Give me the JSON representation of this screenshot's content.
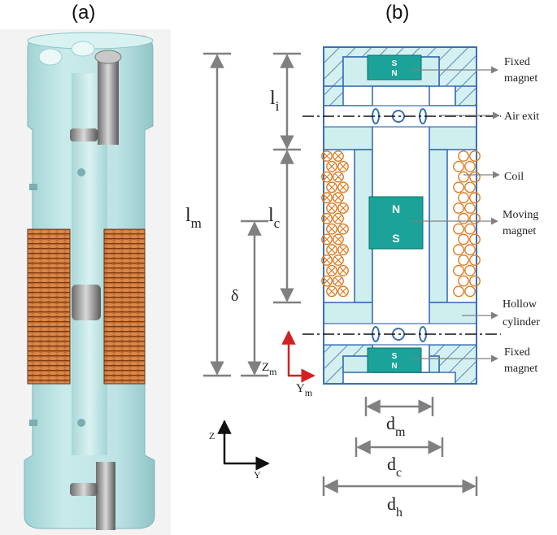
{
  "panels": {
    "a": "(a)",
    "b": "(b)"
  },
  "annotations": {
    "fixed_magnet_top": [
      "Fixed",
      "magnet"
    ],
    "air_exit": "Air exit",
    "coil": "Coil",
    "moving_magnet": [
      "Moving",
      "magnet"
    ],
    "hollow_cylinder": [
      "Hollow",
      "cylinder"
    ],
    "fixed_magnet_bottom": [
      "Fixed",
      "magnet"
    ]
  },
  "magnet_poles": {
    "top": {
      "south": "S",
      "north": "N"
    },
    "moving": {
      "north": "N",
      "south": "S"
    },
    "bottom": {
      "south": "S",
      "north": "N"
    }
  },
  "dimensions": {
    "l_m": {
      "base": "l",
      "sub": "m"
    },
    "l_i": {
      "base": "l",
      "sub": "i"
    },
    "l_c": {
      "base": "l",
      "sub": "c"
    },
    "delta": {
      "base": "δ",
      "sub": ""
    },
    "d_m": {
      "base": "d",
      "sub": "m"
    },
    "d_c": {
      "base": "d",
      "sub": "c"
    },
    "d_h": {
      "base": "d",
      "sub": "h"
    }
  },
  "axes": {
    "local": {
      "z": "Z",
      "z_sub": "m",
      "y": "Y",
      "y_sub": "m"
    },
    "global": {
      "z": "Z",
      "y": "Y"
    }
  },
  "colors": {
    "body": "#cfeeee",
    "outline": "#3b6fb3",
    "magnet": "#1ba39a",
    "coil": "#e07a1f",
    "dimension": "#808080",
    "axis_red": "#d42020"
  }
}
